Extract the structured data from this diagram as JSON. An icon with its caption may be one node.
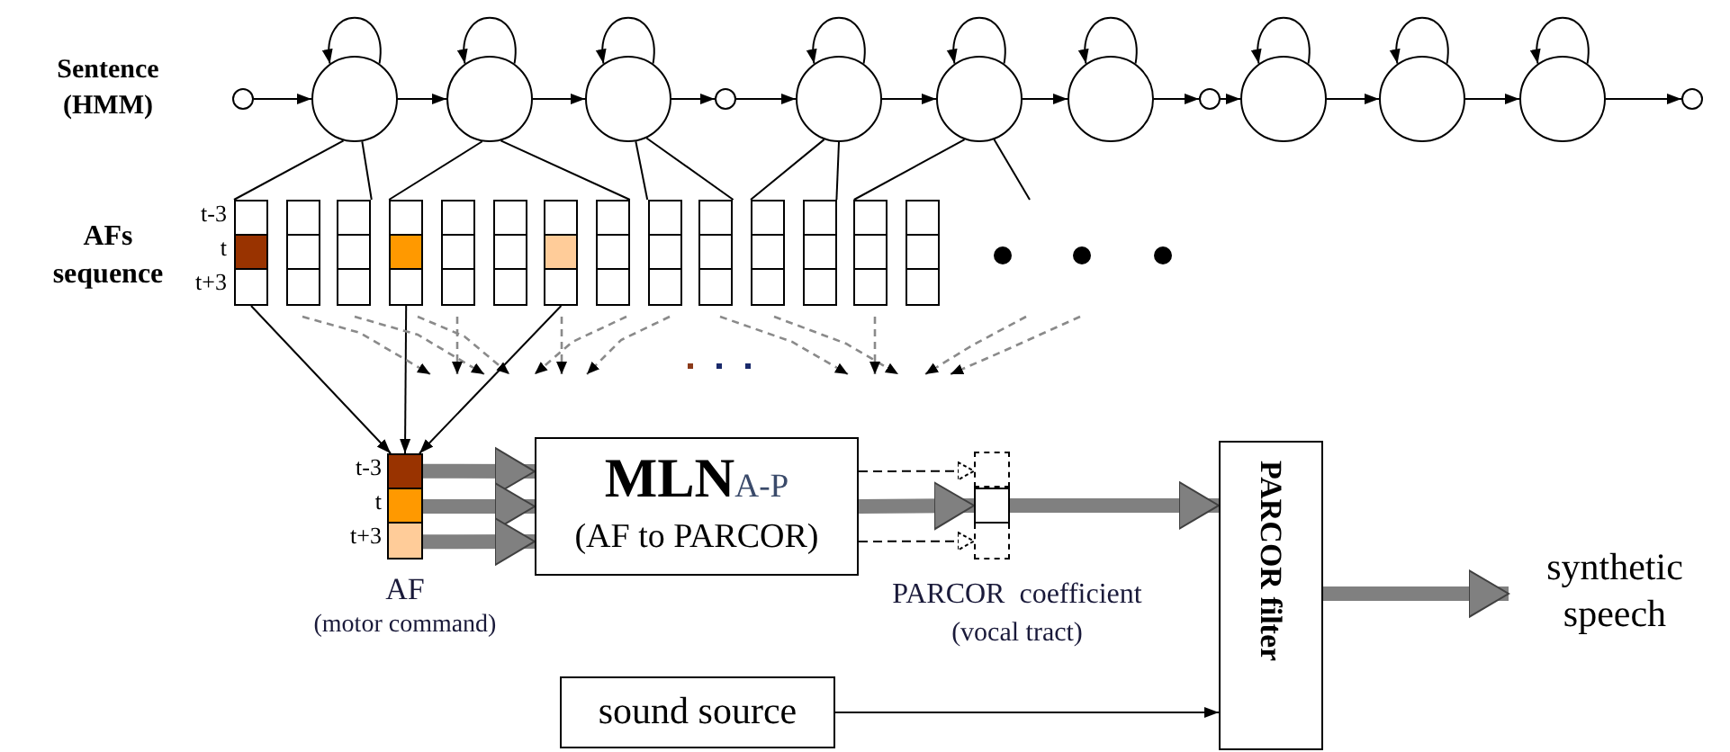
{
  "diagram": {
    "nodes": [
      {
        "text": [],
        "shape": "circle"
      },
      {
        "text": [],
        "shape": "circle"
      },
      {
        "text": [],
        "shape": "circle"
      },
      {
        "text": [],
        "shape": "circle"
      },
      {
        "text": [],
        "shape": "circle"
      },
      {
        "text": [],
        "shape": "circle"
      },
      {
        "text": [],
        "shape": "circle"
      },
      {
        "text": [],
        "shape": "circle"
      },
      {
        "text": [],
        "shape": "circle"
      },
      {
        "text": [],
        "shape": "circle"
      },
      {
        "text": [],
        "shape": "circle"
      },
      {
        "text": [],
        "shape": "circle"
      },
      {
        "text": [],
        "shape": "circle"
      },
      {
        "text": [],
        "shape": "box"
      },
      {
        "text": [],
        "shape": "box"
      },
      {
        "text": [],
        "shape": "box"
      },
      {
        "text": [],
        "shape": "box"
      },
      {
        "text": [],
        "shape": "box"
      },
      {
        "text": [],
        "shape": "box"
      },
      {
        "text": [],
        "shape": "box"
      },
      {
        "text": [],
        "shape": "box"
      },
      {
        "text": [],
        "shape": "box"
      },
      {
        "text": [],
        "shape": "box"
      },
      {
        "text": [],
        "shape": "box"
      },
      {
        "text": [],
        "shape": "box"
      },
      {
        "text": [],
        "shape": "box"
      },
      {
        "text": [],
        "shape": "box"
      },
      {
        "text": [],
        "shape": "box",
        "beside": [
          "t-3",
          "t",
          "t+3",
          "AF",
          "(motor command)"
        ]
      },
      {
        "text": [
          "**MLN**$_{A-P}$",
          "(AF to PARCOR)"
        ]
      },
      {
        "text": [],
        "shape": "box",
        "beside": [
          "PARCOR  coefficient",
          "(vocal tract)"
        ]
      },
      {
        "text": [
          "PARCOR filter"
        ]
      },
      {
        "text": [
          "synthetic speech"
        ]
      },
      {
        "text": [
          "sound source"
        ]
      }
    ],
    "edges": [
      {
        "from": 0,
        "to": 1,
        "arrow": "to"
      },
      {
        "from": 1,
        "to": 2,
        "arrow": "to"
      },
      {
        "from": 2,
        "to": 3,
        "arrow": "to"
      },
      {
        "from": 3,
        "to": 4,
        "arrow": "to"
      },
      {
        "from": 4,
        "to": 5,
        "arrow": "to"
      },
      {
        "from": 5,
        "to": 6,
        "arrow": "to"
      },
      {
        "from": 6,
        "to": 7,
        "arrow": "to"
      },
      {
        "from": 7,
        "to": 8,
        "arrow": "to"
      },
      {
        "from": 8,
        "to": 9,
        "arrow": "to"
      },
      {
        "from": 9,
        "to": 10,
        "arrow": "to"
      },
      {
        "from": 10,
        "to": 11,
        "arrow": "to"
      },
      {
        "from": 11,
        "to": 12,
        "arrow": "to"
      },
      {
        "from": 1,
        "to": 1,
        "arrow": "to"
      },
      {
        "from": 2,
        "to": 2,
        "arrow": "to"
      },
      {
        "from": 3,
        "to": 3,
        "arrow": "to"
      },
      {
        "from": 5,
        "to": 5,
        "arrow": "to"
      },
      {
        "from": 6,
        "to": 6,
        "arrow": "to"
      },
      {
        "from": 7,
        "to": 7,
        "arrow": "to"
      },
      {
        "from": 9,
        "to": 9,
        "arrow": "to"
      },
      {
        "from": 10,
        "to": 10,
        "arrow": "to"
      },
      {
        "from": 11,
        "to": 11,
        "arrow": "to"
      },
      {
        "from": 1,
        "to": 13,
        "arrow": "none"
      },
      {
        "from": 1,
        "to": 15,
        "arrow": "none"
      },
      {
        "from": 2,
        "to": 16,
        "arrow": "none"
      },
      {
        "from": 2,
        "to": 20,
        "arrow": "none"
      },
      {
        "from": 3,
        "to": 21,
        "arrow": "none"
      },
      {
        "from": 3,
        "to": 22,
        "arrow": "none"
      },
      {
        "from": 5,
        "to": 23,
        "arrow": "none"
      },
      {
        "from": 5,
        "to": 24,
        "arrow": "none"
      },
      {
        "from": 6,
        "to": 25,
        "arrow": "none"
      },
      {
        "from": 6,
        "to": null,
        "arrow": "none"
      },
      {
        "from": 13,
        "to": 27,
        "arrow": "to"
      },
      {
        "from": 16,
        "to": 27,
        "arrow": "to"
      },
      {
        "from": 19,
        "to": 27,
        "arrow": "to"
      },
      {
        "from": 27,
        "to": 28,
        "arrow": "to",
        "style": "thick",
        "color": "#808080"
      },
      {
        "from": 27,
        "to": 28,
        "arrow": "to",
        "style": "thick",
        "color": "#808080"
      },
      {
        "from": 27,
        "to": 28,
        "arrow": "to",
        "style": "thick",
        "color": "#808080"
      },
      {
        "from": 28,
        "to": 29,
        "arrow": "to",
        "style": "dashed"
      },
      {
        "from": 28,
        "to": 29,
        "arrow": "to",
        "style": "thick",
        "color": "#808080"
      },
      {
        "from": 28,
        "to": 29,
        "arrow": "to",
        "style": "dashed"
      },
      {
        "from": 29,
        "to": 30,
        "arrow": "to",
        "style": "thick",
        "color": "#808080"
      },
      {
        "from": 32,
        "to": 30,
        "arrow": "to"
      },
      {
        "from": 30,
        "to": 31,
        "arrow": "to",
        "style": "thick",
        "color": "#808080"
      }
    ],
    "labels": [
      "Sentence (HMM)",
      "AFs sequence",
      "t-3",
      "t",
      "t+3"
    ]
  }
}
